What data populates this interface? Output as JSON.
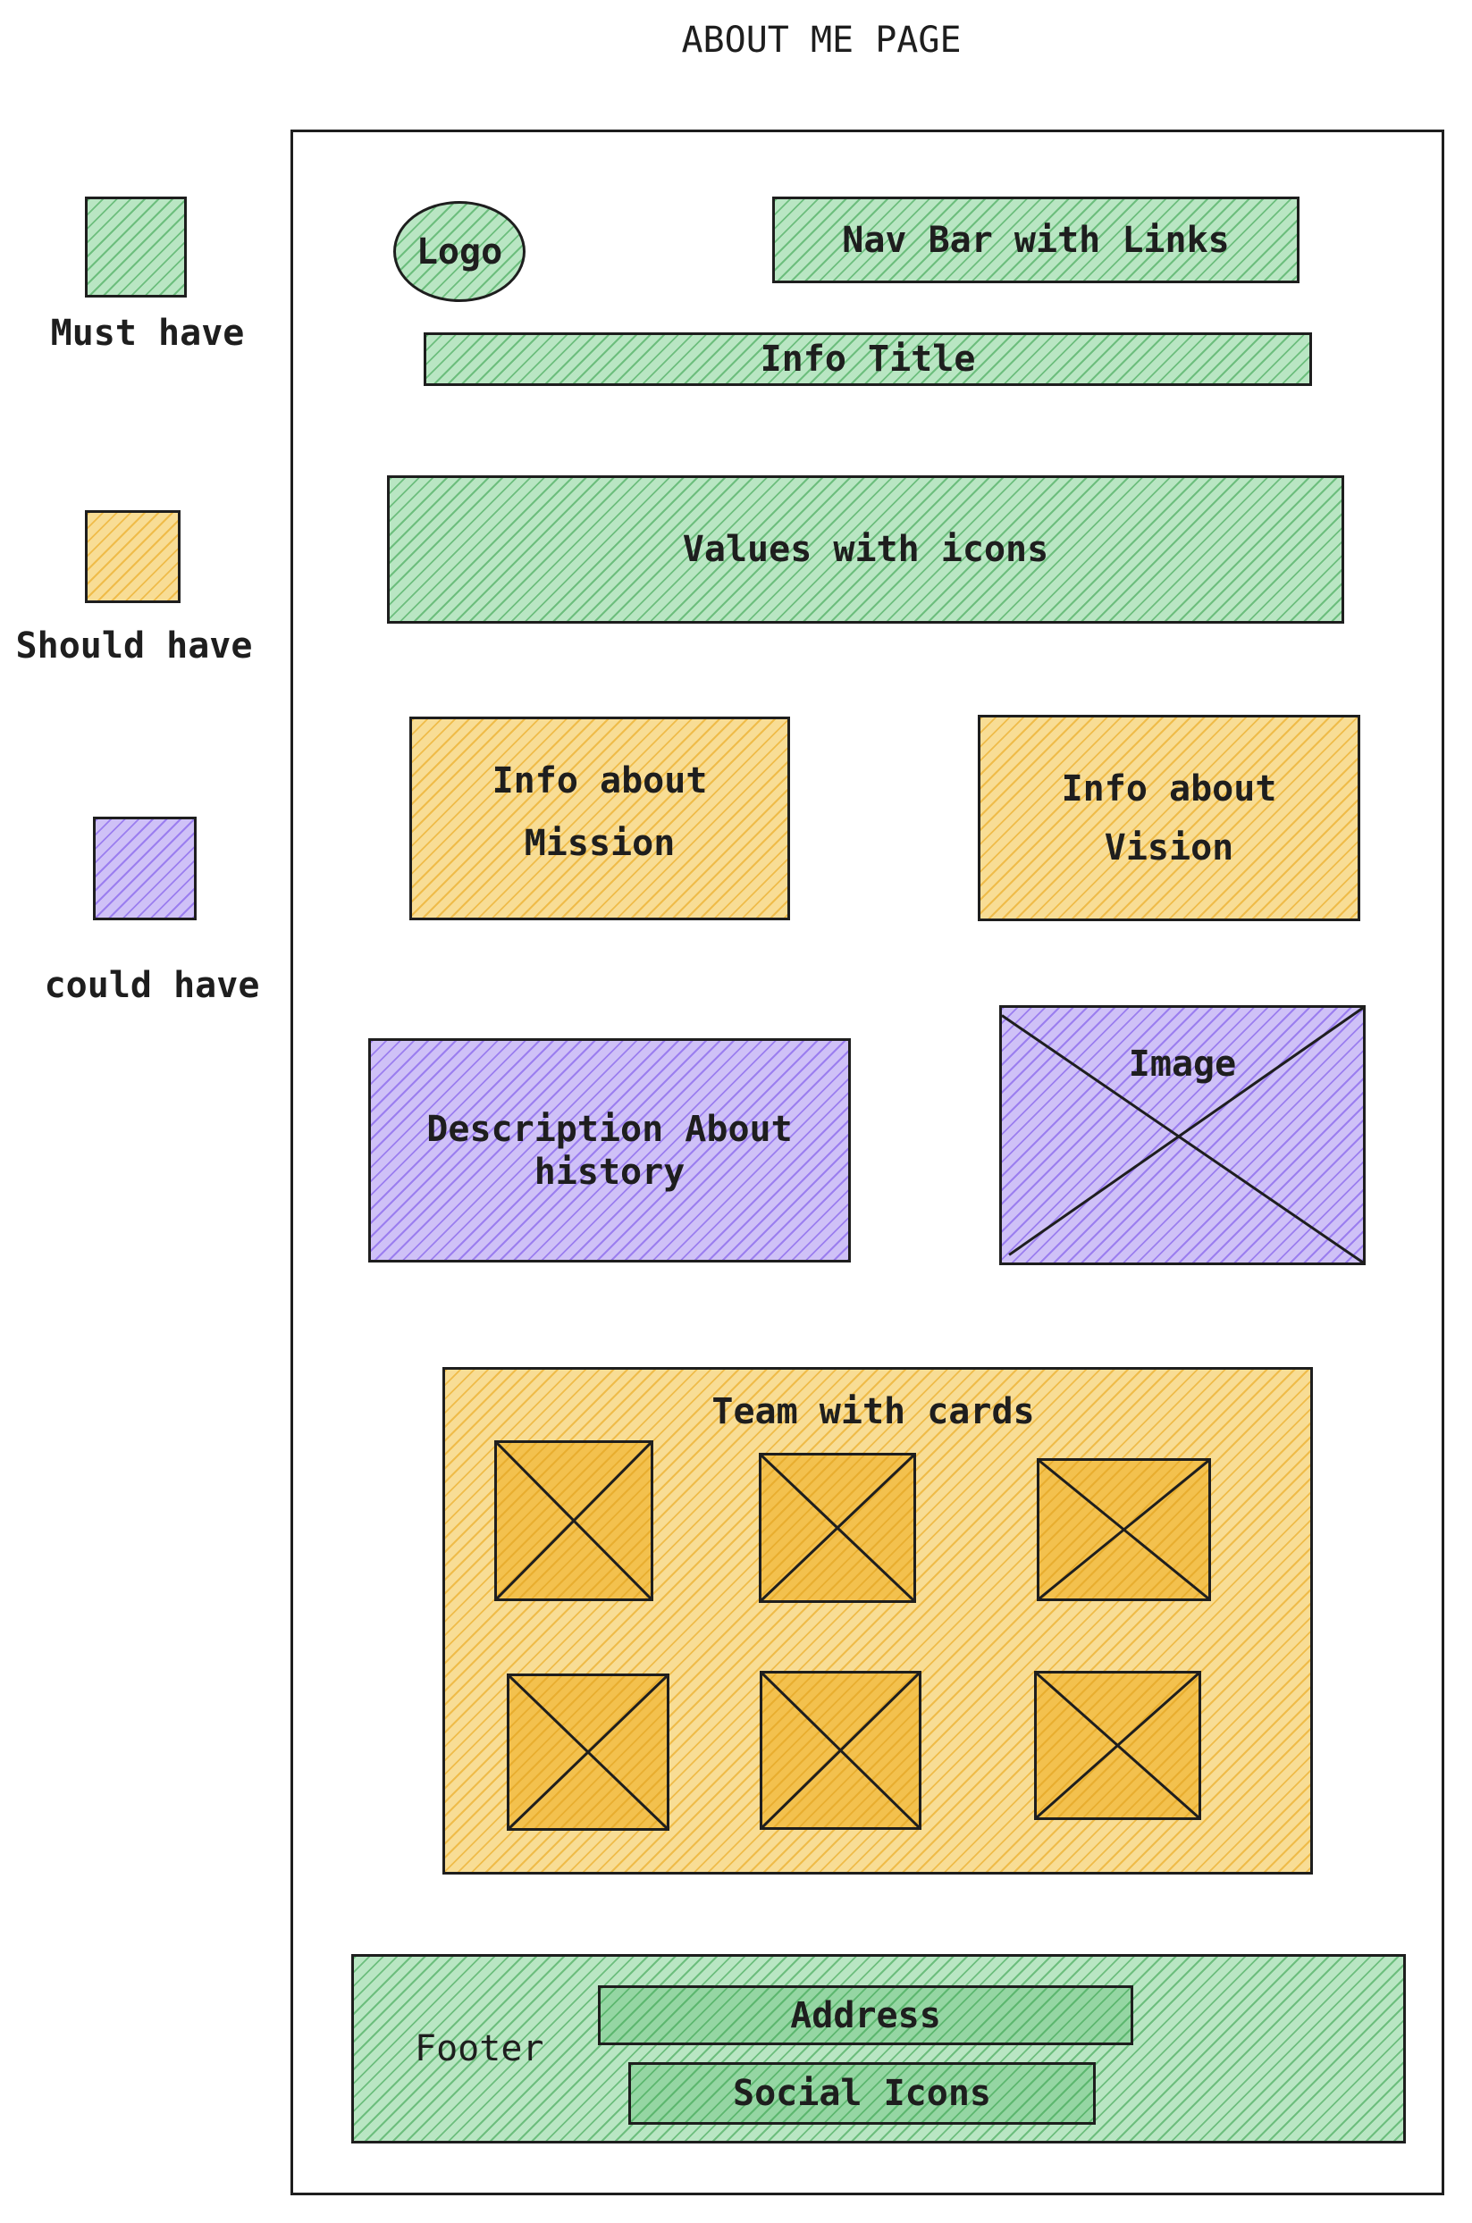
{
  "title": "ABOUT ME PAGE",
  "legend": [
    {
      "label": "Must have",
      "color": "#2f9e44"
    },
    {
      "label": "Should have",
      "color": "#f08c00"
    },
    {
      "label": "could have",
      "color": "#7048e8"
    }
  ],
  "page": {
    "logo": "Logo",
    "nav": "Nav Bar with Links",
    "info_title": "Info Title",
    "values": "Values with icons",
    "mission": [
      "Info about",
      "Mission"
    ],
    "vision": [
      "Info about",
      "Vision"
    ],
    "history": [
      "Description About",
      "history"
    ],
    "image": "Image",
    "team": "Team with cards",
    "footer": {
      "label": "Footer",
      "address": "Address",
      "social": "Social Icons"
    }
  }
}
